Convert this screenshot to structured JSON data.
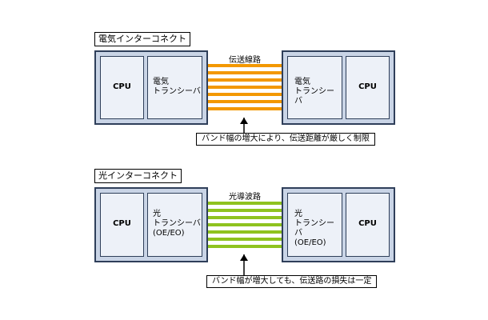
{
  "colors": {
    "electrical_line": "#f39800",
    "optical_line": "#8fc31f",
    "box_fill": "#c9d4e6",
    "inner_fill": "#edf1f8",
    "border": "#2f3f5a"
  },
  "electrical": {
    "title": "電気インターコネクト",
    "cpu_left": "CPU",
    "cpu_right": "CPU",
    "transceiver_left": "電気\nトランシーバ",
    "transceiver_right": "電気\nトランシーバ",
    "link_label": "伝送線路",
    "note": "バンド幅の増大により、伝送距離が厳しく制限"
  },
  "optical": {
    "title": "光インターコネクト",
    "cpu_left": "CPU",
    "cpu_right": "CPU",
    "transceiver_left": "光\nトランシーバ\n(OE/EO)",
    "transceiver_right": "光\nトランシーバ\n(OE/EO)",
    "link_label": "光導波路",
    "note": "バンド幅が増大しても、伝送路の損失は一定"
  }
}
